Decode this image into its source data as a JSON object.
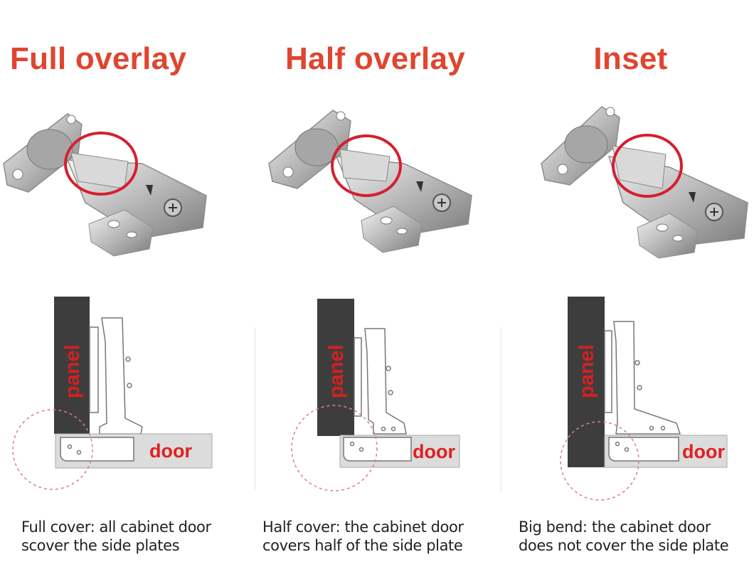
{
  "columns": [
    {
      "title": "Full overlay",
      "diagram": {
        "panel_label": "panel",
        "door_label": "door"
      },
      "caption": [
        "Full cover: all cabinet door",
        "scover the side plates"
      ]
    },
    {
      "title": "Half overlay",
      "diagram": {
        "panel_label": "panel",
        "door_label": "door"
      },
      "caption": [
        "Half cover:  the cabinet door",
        "covers half of the side plate"
      ]
    },
    {
      "title": "Inset",
      "diagram": {
        "panel_label": "panel",
        "door_label": "door"
      },
      "caption": [
        "Big bend: the cabinet door",
        "does not cover the side plate"
      ]
    }
  ],
  "colors": {
    "title": "#e0452f",
    "highlight_circle": "#d42030",
    "panel": "#3d3d3d",
    "label": "#e02020",
    "dashed_circle": "#d98080"
  }
}
